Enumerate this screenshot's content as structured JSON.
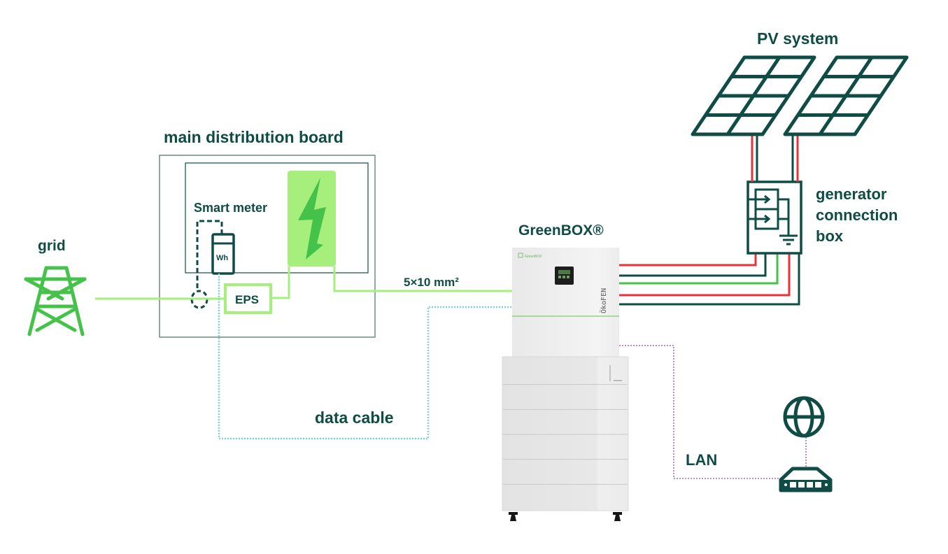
{
  "labels": {
    "grid": "grid",
    "main_distribution_board": "main distribution board",
    "smart_meter": "Smart meter",
    "meter_unit": "Wh",
    "eps": "EPS",
    "greenbox": "GreenBOX®",
    "cable_spec": "5×10 mm²",
    "data_cable": "data cable",
    "pv_system": "PV system",
    "generator_box_line1": "generator",
    "generator_box_line2": "connection",
    "generator_box_line3": "box",
    "lan": "LAN",
    "greenbox_brand_small": "GreenBOX",
    "greenbox_side_brand": "ÖkoFEN"
  },
  "colors": {
    "dark_teal": "#0f4c45",
    "bright_green": "#44c24a",
    "light_green": "#a6ef7c",
    "red": "#e8323a",
    "data_cable_cyan": "#7fd3d6",
    "lan_purple": "#b88ad6",
    "board_border": "#6e8a86",
    "device_white": "#f0f0f0"
  },
  "components": [
    {
      "id": "grid",
      "icon": "power-pylon-icon"
    },
    {
      "id": "main-distribution-board",
      "icon": "board-enclosure"
    },
    {
      "id": "smart-meter",
      "icon": "meter-wh-icon"
    },
    {
      "id": "consumers",
      "icon": "lightning-bolt-icon"
    },
    {
      "id": "eps",
      "icon": "eps-box"
    },
    {
      "id": "greenbox",
      "icon": "battery-storage-device"
    },
    {
      "id": "pv-system",
      "icon": "solar-panel-icon",
      "count": 2
    },
    {
      "id": "generator-connection-box",
      "icon": "generator-box-icon"
    },
    {
      "id": "internet",
      "icon": "globe-icon"
    },
    {
      "id": "router",
      "icon": "router-icon"
    }
  ],
  "connections": [
    {
      "from": "grid",
      "to": "eps",
      "type": "power",
      "color": "light_green"
    },
    {
      "from": "eps",
      "to": "consumers",
      "type": "power",
      "color": "light_green"
    },
    {
      "from": "consumers",
      "to": "greenbox",
      "type": "power",
      "label": "5×10 mm²",
      "color": "light_green"
    },
    {
      "from": "smart-meter",
      "to": "greenbox",
      "type": "data",
      "label": "data cable",
      "style": "dotted",
      "color": "data_cable_cyan"
    },
    {
      "from": "greenbox",
      "to": "router",
      "type": "lan",
      "label": "LAN",
      "style": "dotted",
      "color": "lan_purple"
    },
    {
      "from": "router",
      "to": "internet",
      "type": "lan",
      "style": "dotted",
      "color": "lan_purple"
    },
    {
      "from": "pv-system",
      "to": "generator-connection-box",
      "type": "dc"
    },
    {
      "from": "generator-connection-box",
      "to": "greenbox",
      "type": "dc",
      "wires": [
        "red",
        "dark_teal",
        "bright_green",
        "red",
        "dark_teal"
      ]
    }
  ],
  "battery_modules": 6
}
